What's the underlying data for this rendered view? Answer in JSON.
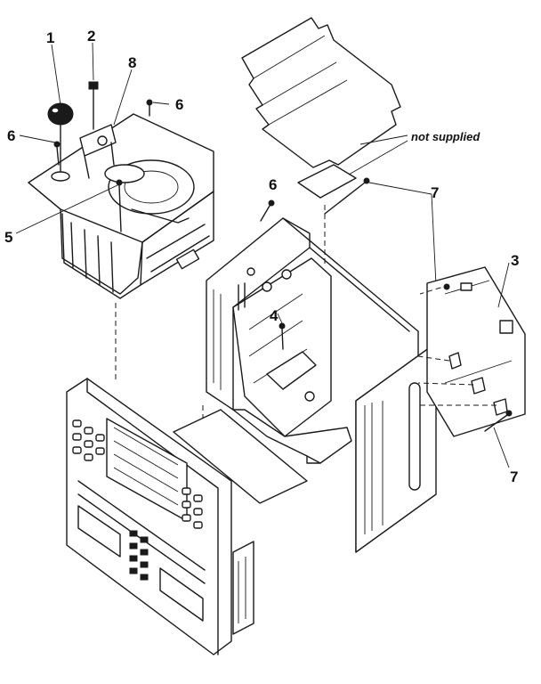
{
  "callouts": {
    "c1": "1",
    "c2": "2",
    "c8": "8",
    "c6a": "6",
    "c6b": "6",
    "c6c": "6",
    "c5": "5",
    "c7a": "7",
    "c3": "3",
    "c4": "4",
    "c7b": "7"
  },
  "note": "not supplied"
}
